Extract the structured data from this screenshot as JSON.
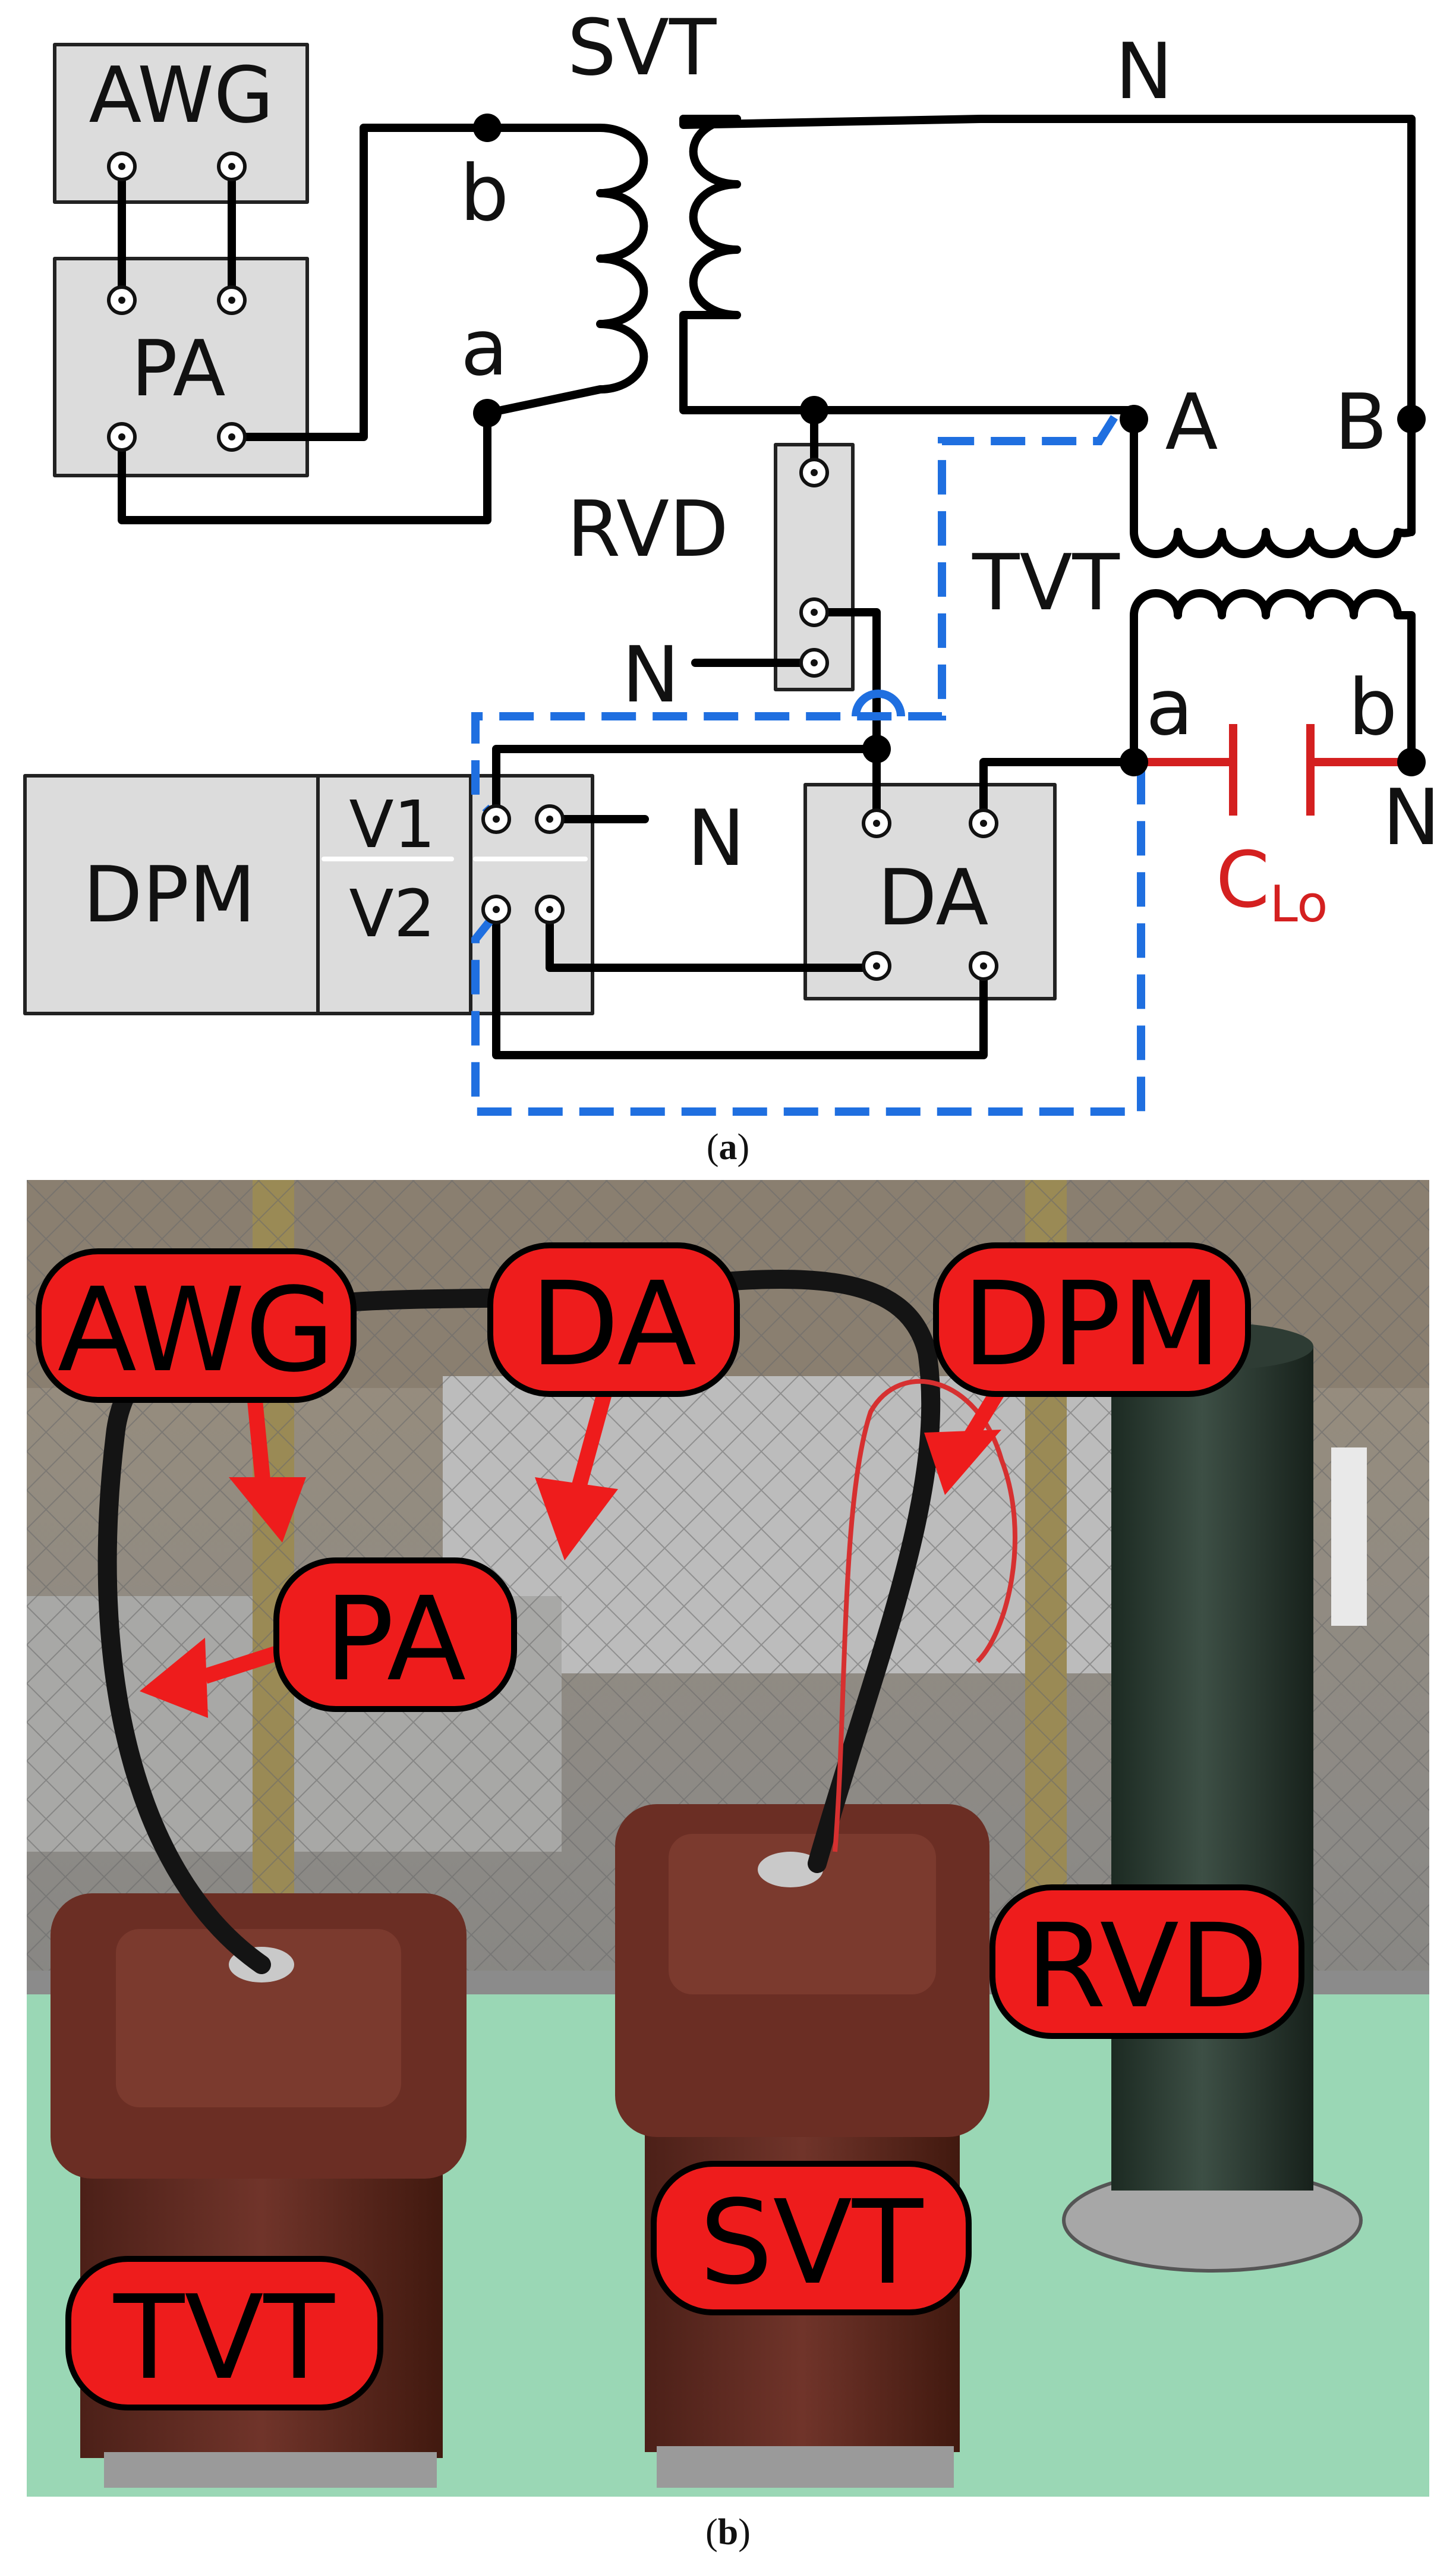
{
  "schematic": {
    "blocks": {
      "awg": "AWG",
      "pa": "PA",
      "dpm": "DPM",
      "da": "DA",
      "rvd": "RVD"
    },
    "transformers": {
      "svt": "SVT",
      "tvt": "TVT"
    },
    "terminals": {
      "svt_b": "b",
      "svt_a": "a",
      "svt_n": "N",
      "tvt_A": "A",
      "tvt_B": "B",
      "tvt_a": "a",
      "tvt_b": "b",
      "rvd_n": "N",
      "dpm_n": "N",
      "tvt_n": "N"
    },
    "dpm_channels": {
      "v1": "V1",
      "v2": "V2"
    },
    "capacitor": {
      "main": "C",
      "sub": "Lo",
      "color": "#d42020"
    },
    "shield_color": "#1f6fe0"
  },
  "captions": {
    "a": "a",
    "b": "b"
  },
  "photo_labels": {
    "awg": "AWG",
    "da": "DA",
    "dpm": "DPM",
    "pa": "PA",
    "rvd": "RVD",
    "svt": "SVT",
    "tvt": "TVT",
    "color": "#ee1c1c"
  }
}
